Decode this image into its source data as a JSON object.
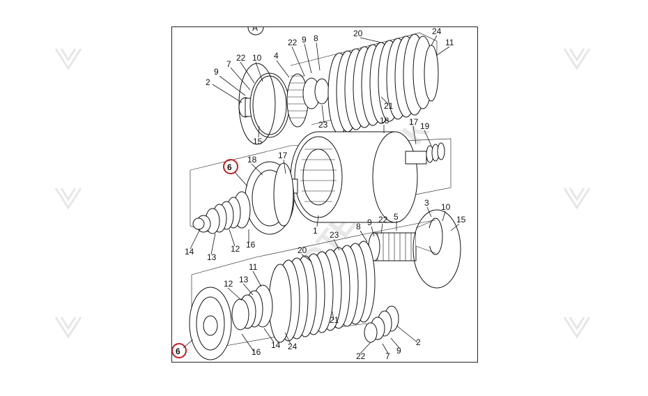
{
  "diagram": {
    "section_marker": "A",
    "watermark_text": "ЕВРОТЕХНИК-К",
    "highlighted_part": "6",
    "labels": {
      "top_4": "4",
      "top_22a": "22",
      "top_10": "10",
      "top_7": "7",
      "top_9a": "9",
      "top_2": "2",
      "top_22b": "22",
      "top_9b": "9",
      "top_8": "8",
      "top_20": "20",
      "top_24": "24",
      "top_11": "11",
      "top_21": "21",
      "top_23": "23",
      "top_15": "15",
      "mid_18a": "18",
      "mid_17a": "17",
      "mid_19": "19",
      "mid_6": "6",
      "mid_18b": "18",
      "mid_17b": "17",
      "mid_1": "1",
      "mid_14": "14",
      "mid_13": "13",
      "mid_12": "12",
      "mid_16": "16",
      "bot_3": "3",
      "bot_10": "10",
      "bot_15": "15",
      "bot_8": "8",
      "bot_9": "9",
      "bot_22": "22",
      "bot_5": "5",
      "bot_23": "23",
      "bot_20": "20",
      "bot_11": "11",
      "bot_13": "13",
      "bot_12": "12",
      "bot_6": "6",
      "bot_16": "16",
      "bot_14": "14",
      "bot_24": "24",
      "bot_21": "21",
      "bot_22b": "22",
      "bot_7": "7",
      "bot_9b": "9",
      "bot_2": "2"
    }
  }
}
